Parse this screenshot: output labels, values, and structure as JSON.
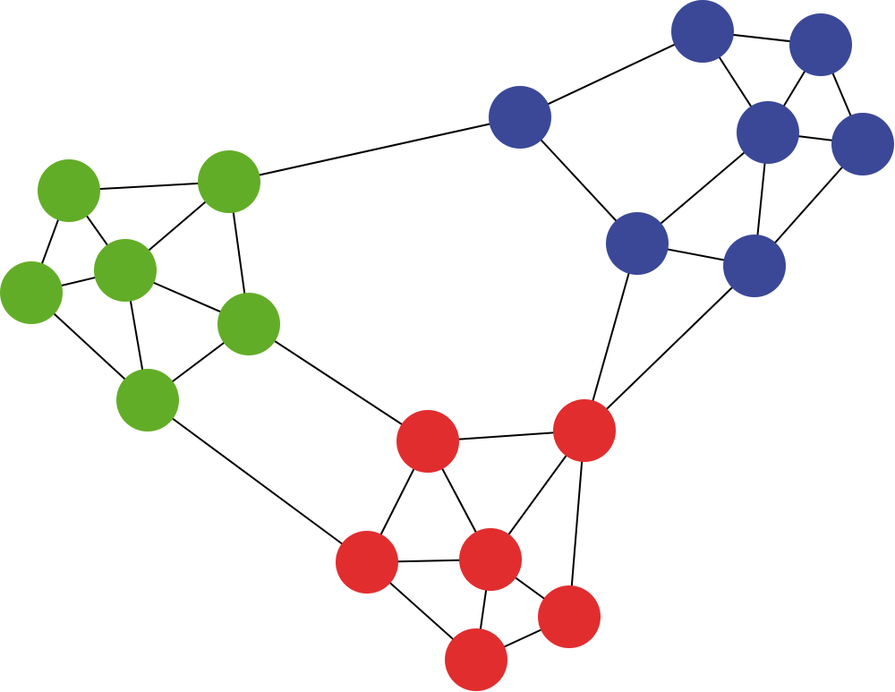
{
  "graph": {
    "groups": [
      {
        "id": "green",
        "color": "#62ad27"
      },
      {
        "id": "blue",
        "color": "#3b4898"
      },
      {
        "id": "red",
        "color": "#e12d2e"
      }
    ],
    "edge_color": "#000000",
    "nodes": [
      {
        "id": "g1",
        "group": "green"
      },
      {
        "id": "g2",
        "group": "green"
      },
      {
        "id": "g3",
        "group": "green"
      },
      {
        "id": "g4",
        "group": "green"
      },
      {
        "id": "g5",
        "group": "green"
      },
      {
        "id": "g6",
        "group": "green"
      },
      {
        "id": "b1",
        "group": "blue"
      },
      {
        "id": "b2",
        "group": "blue"
      },
      {
        "id": "b3",
        "group": "blue"
      },
      {
        "id": "b4",
        "group": "blue"
      },
      {
        "id": "b5",
        "group": "blue"
      },
      {
        "id": "b6",
        "group": "blue"
      },
      {
        "id": "b7",
        "group": "blue"
      },
      {
        "id": "r1",
        "group": "red"
      },
      {
        "id": "r2",
        "group": "red"
      },
      {
        "id": "r3",
        "group": "red"
      },
      {
        "id": "r4",
        "group": "red"
      },
      {
        "id": "r5",
        "group": "red"
      },
      {
        "id": "r6",
        "group": "red"
      }
    ],
    "edges": [
      [
        "g1",
        "g2"
      ],
      [
        "g1",
        "g3"
      ],
      [
        "g1",
        "g4"
      ],
      [
        "g2",
        "g4"
      ],
      [
        "g2",
        "g5"
      ],
      [
        "g3",
        "g4"
      ],
      [
        "g3",
        "g6"
      ],
      [
        "g4",
        "g5"
      ],
      [
        "g4",
        "g6"
      ],
      [
        "g5",
        "g6"
      ],
      [
        "g2",
        "b3"
      ],
      [
        "g5",
        "r1"
      ],
      [
        "g6",
        "r4"
      ],
      [
        "b1",
        "b2"
      ],
      [
        "b1",
        "b3"
      ],
      [
        "b1",
        "b4"
      ],
      [
        "b2",
        "b4"
      ],
      [
        "b2",
        "b5"
      ],
      [
        "b3",
        "b6"
      ],
      [
        "b4",
        "b5"
      ],
      [
        "b4",
        "b6"
      ],
      [
        "b4",
        "b7"
      ],
      [
        "b5",
        "b7"
      ],
      [
        "b6",
        "b7"
      ],
      [
        "b6",
        "r2"
      ],
      [
        "b7",
        "r2"
      ],
      [
        "r1",
        "r2"
      ],
      [
        "r1",
        "r3"
      ],
      [
        "r1",
        "r4"
      ],
      [
        "r2",
        "r3"
      ],
      [
        "r2",
        "r5"
      ],
      [
        "r3",
        "r4"
      ],
      [
        "r3",
        "r5"
      ],
      [
        "r3",
        "r6"
      ],
      [
        "r4",
        "r6"
      ],
      [
        "r5",
        "r6"
      ]
    ]
  }
}
